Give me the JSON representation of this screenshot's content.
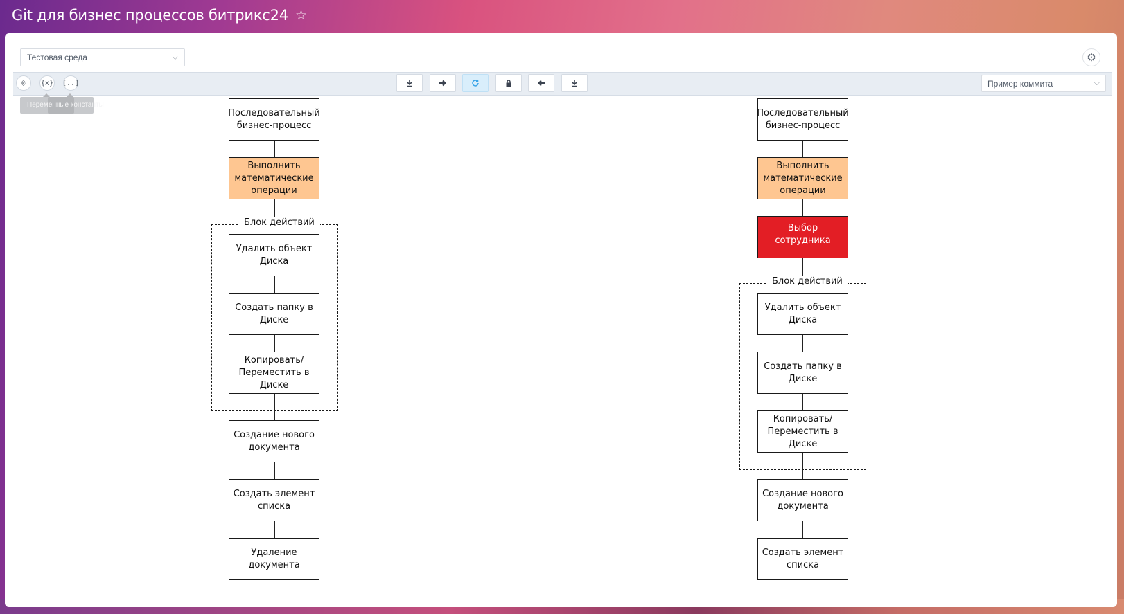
{
  "app": {
    "title": "Git для бизнес процессов битрикс24"
  },
  "environment": {
    "selected": "Тестовая среда"
  },
  "toolbar": {
    "left_buttons": [
      "⎆",
      "{x}",
      "[..]"
    ],
    "center_icons": [
      "download-icon",
      "arrow-right-icon",
      "refresh-icon",
      "lock-icon",
      "arrow-left-icon",
      "download-icon"
    ],
    "commit_select": "Пример коммита",
    "tooltip": "Переменные константы"
  },
  "left_flow": {
    "start": "Последовательный бизнес-процесс",
    "math": "Выполнить математические операции",
    "block_label": "Блок действий",
    "block_items": [
      "Удалить объект Диска",
      "Создать папку в Диске",
      "Копировать/ Переместить в Диске"
    ],
    "after": [
      "Создание нового документа",
      "Создать элемент списка",
      "Удаление документа"
    ]
  },
  "right_flow": {
    "start": "Последовательный бизнес-процесс",
    "math": "Выполнить математические операции",
    "select_employee": "Выбор сотрудника",
    "block_label": "Блок действий",
    "block_items": [
      "Удалить объект Диска",
      "Создать папку в Диске",
      "Копировать/ Переместить в Диске"
    ],
    "after": [
      "Создание нового документа",
      "Создать элемент списка"
    ]
  },
  "colors": {
    "activity_changed": "#fec691",
    "activity_added": "#e31e25",
    "toolbar_bg": "#e8edf3",
    "accent": "#3aa5e8"
  }
}
